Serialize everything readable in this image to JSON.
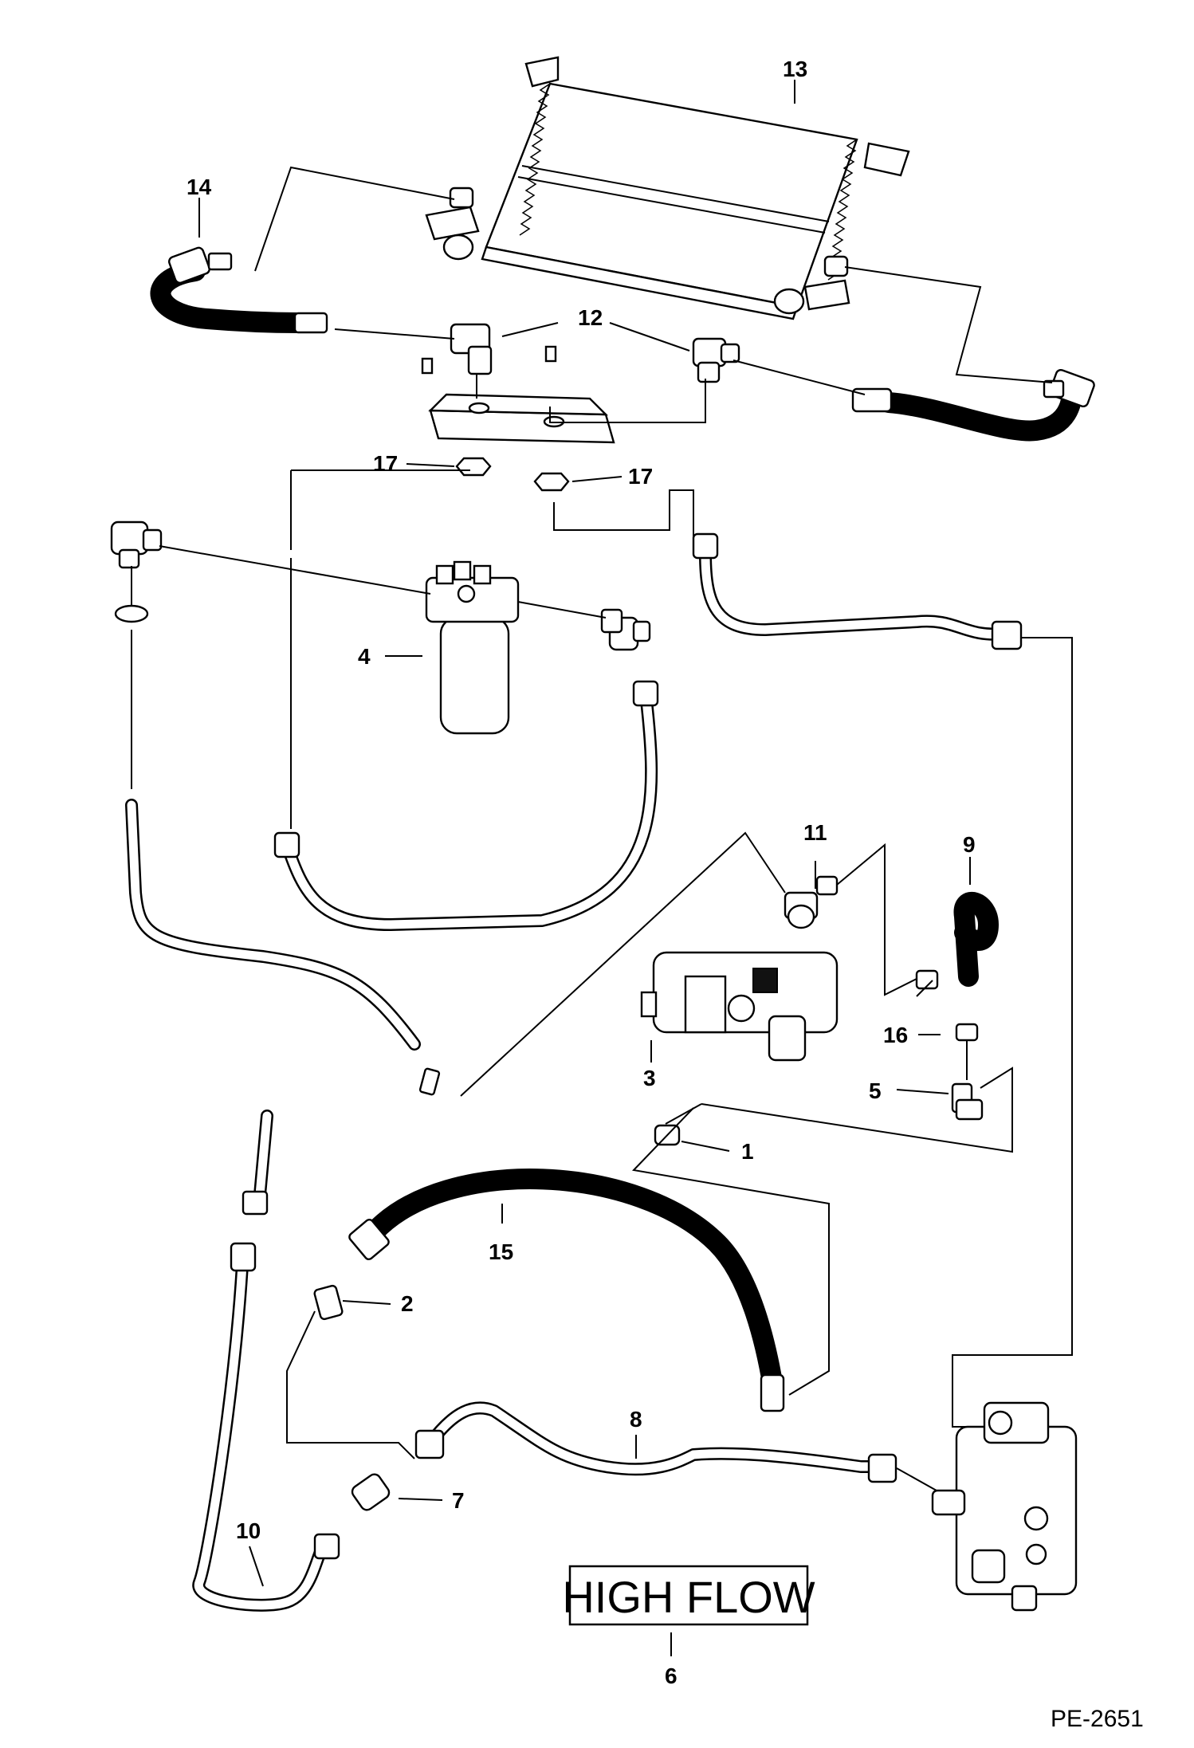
{
  "diagram": {
    "title_box": "HIGH FLOW",
    "title_ref": "6",
    "figure_ref": "PE-2651",
    "callouts": {
      "c1": "1",
      "c2": "2",
      "c3": "3",
      "c4": "4",
      "c5": "5",
      "c7": "7",
      "c8": "8",
      "c9": "9",
      "c10": "10",
      "c11": "11",
      "c12": "12",
      "c13": "13",
      "c14": "14",
      "c15": "15",
      "c16": "16",
      "c17a": "17",
      "c17b": "17"
    }
  }
}
